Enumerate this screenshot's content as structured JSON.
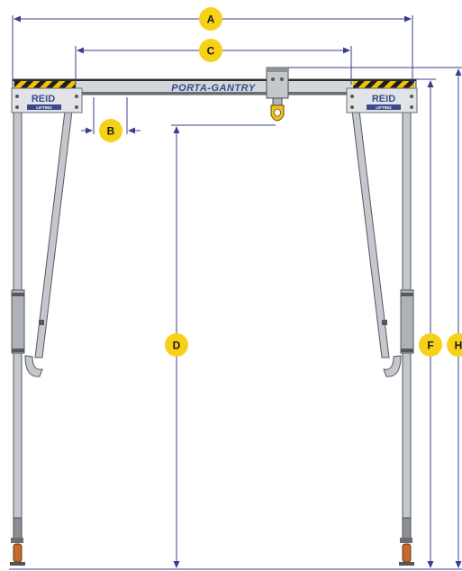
{
  "brand": {
    "beam_text": "PORTA-GANTRY",
    "plate_text": "REID",
    "plate_subtext": "LIFTING"
  },
  "dimensions": [
    {
      "id": "A",
      "label": "A"
    },
    {
      "id": "B",
      "label": "B"
    },
    {
      "id": "C",
      "label": "C"
    },
    {
      "id": "D",
      "label": "D"
    },
    {
      "id": "F",
      "label": "F"
    },
    {
      "id": "H",
      "label": "H"
    }
  ],
  "colors": {
    "badge": "#f7d117",
    "dim_line": "#3b3f8f",
    "frame": "#b9bcc0",
    "frame_dark": "#5a5e63",
    "hazard_yellow": "#f2c200",
    "hazard_black": "#1e1e1e",
    "brand_blue": "#3a4a8c",
    "wheel": "#c56a2a"
  }
}
